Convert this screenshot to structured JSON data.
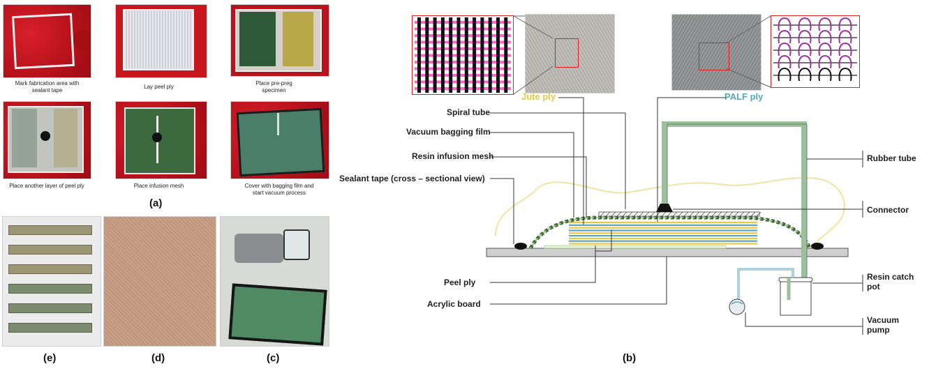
{
  "panel_a": {
    "steps": [
      {
        "caption": "Mark fabrication area with sealant tape"
      },
      {
        "caption": "Lay peel ply"
      },
      {
        "caption": "Place pre-preg specimen"
      },
      {
        "caption": "Place another layer of peel ply"
      },
      {
        "caption": "Place infusion mesh"
      },
      {
        "caption": "Cover with bagging film and start vacuum process"
      }
    ],
    "label": "(a)"
  },
  "panel_labels": {
    "b": "(b)",
    "c": "(c)",
    "d": "(d)",
    "e": "(e)"
  },
  "panel_b": {
    "jute_ply": "Jute ply",
    "palf_ply": "PALF ply",
    "left_labels": {
      "spiral_tube": "Spiral tube",
      "vacuum_bagging_film": "Vacuum bagging film",
      "resin_infusion_mesh": "Resin infusion mesh",
      "sealant_tape": "Sealant tape (cross – sectional view)",
      "peel_ply": "Peel ply",
      "acrylic_board": "Acrylic board"
    },
    "right_labels": {
      "rubber_tube": "Rubber tube",
      "connector": "Connector",
      "resin_catch_pot": "Resin catch pot",
      "vacuum_pump": "Vacuum pump"
    },
    "colors": {
      "jute": "#e8c84a",
      "palf": "#5aa7b8",
      "tube": "#9dbf9d",
      "weave_pink": "#ff66cc",
      "knit_purple": "#a0309f",
      "highlight": "#e02020"
    }
  }
}
